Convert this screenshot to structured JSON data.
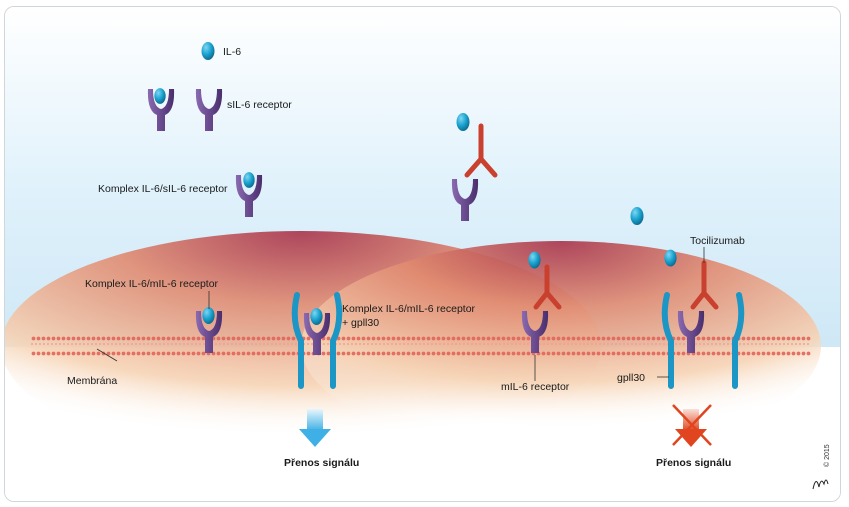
{
  "labels": {
    "il6": "IL-6",
    "sil6_receptor": "sIL-6 receptor",
    "complex_soluble": "Komplex IL-6/sIL-6 receptor",
    "complex_membrane": "Komplex IL-6/mIL-6 receptor",
    "complex_gp130_line1": "Komplex IL-6/mIL-6 receptor",
    "complex_gp130_line2": "+ gpll30",
    "tocilizumab": "Tocilizumab",
    "membrane": "Membrána",
    "mil6_receptor": "mIL-6 receptor",
    "gp130": "gpll30",
    "signal_left": "Přenos signálu",
    "signal_right": "Přenos signálu",
    "copyright": "© 2015"
  },
  "colors": {
    "il6": "#1aa3cf",
    "receptor": "#6a4a8e",
    "antibody": "#c9412e",
    "gp130": "#1c96c4",
    "membrane": "#e0655a",
    "signal_arrow": "#5fbde8",
    "blocked_arrow": "#e04a2a"
  }
}
